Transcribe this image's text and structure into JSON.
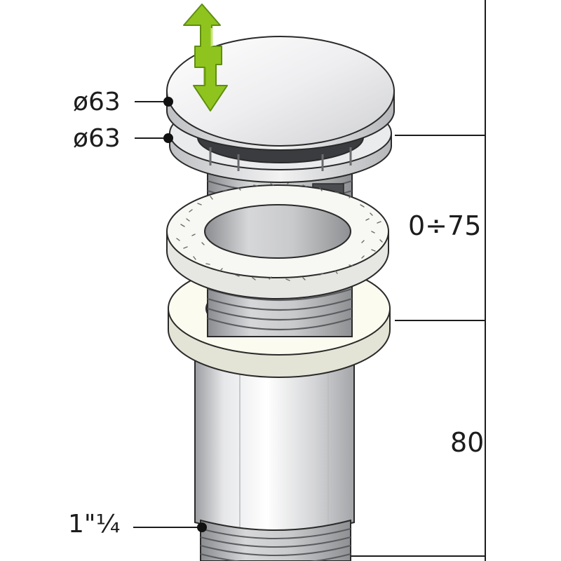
{
  "labels": {
    "cap_diameter": "ø63",
    "flange_diameter": "ø63",
    "thread_size": "1\"¼",
    "adjust_range": "0÷75",
    "body_height": "80"
  },
  "colors": {
    "arrow": "#8fc41f",
    "arrow_dark": "#5f8e10",
    "chrome": "#e9eaec",
    "outline": "#2a2a2a",
    "gasket": "#f7f7f3",
    "washer": "#fbfbef"
  }
}
